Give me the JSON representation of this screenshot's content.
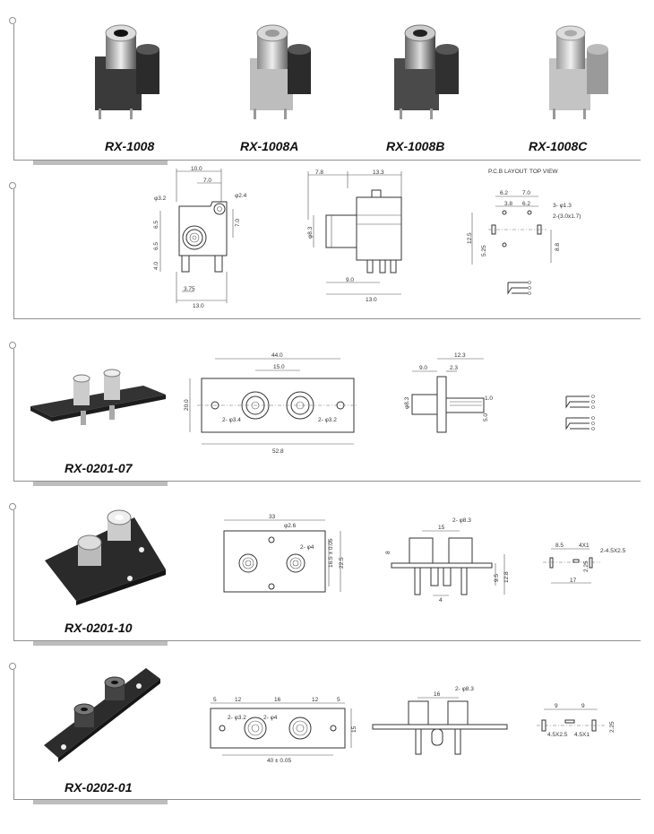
{
  "products": [
    {
      "models": [
        "RX-1008",
        "RX-1008A",
        "RX-1008B",
        "RX-1008C"
      ]
    },
    {
      "model": "RX-0201-07"
    },
    {
      "model": "RX-0201-10"
    },
    {
      "model": "RX-0202-01"
    }
  ],
  "row1_drawing": {
    "front": {
      "d1": "10.0",
      "d2": "7.0",
      "phi_small": "φ2.4",
      "phi_big": "φ3.2",
      "h1": "6.5",
      "h2": "6.5",
      "h3": "4.0",
      "h4": "7.0",
      "b1": "3.75",
      "b2": "13.0"
    },
    "side": {
      "t1": "7.8",
      "t2": "13.3",
      "phi": "φ8.3",
      "b1": "9.0",
      "b2": "13.0"
    },
    "pcb": {
      "header": "P.C.B LAYOUT",
      "header2": "TOP VIEW",
      "d1": "6.2",
      "d2": "7.0",
      "d3": "3.8",
      "d4": "6.2",
      "holes1": "3- φ1.3",
      "holes2": "2-(3.0x1.7)",
      "v1": "12.5",
      "v2": "5.25",
      "v3": "8.8"
    }
  },
  "row2_drawing": {
    "plate": {
      "w1": "44.0",
      "w2": "15.0",
      "h": "20.0",
      "phi1": "2- φ3.4",
      "phi2": "2- φ3.2",
      "total": "52.8"
    },
    "side": {
      "a": "12.3",
      "b": "9.0",
      "c": "2.3",
      "phi": "φ8.3",
      "d": "1.0",
      "e": "5.0"
    }
  },
  "row3_drawing": {
    "plate": {
      "w": "33",
      "phi1": "φ2.6",
      "phi2": "2- φ4",
      "h1": "16.5 ± 0.05",
      "h2": "22.5"
    },
    "front": {
      "phi": "2- φ8.3",
      "w": "15",
      "h1": "8",
      "h2": "9.5",
      "h3": "12.8",
      "b": "4"
    },
    "pcb": {
      "d1": "8.5",
      "d2": "4X1",
      "d3": "2-4.5X2.5",
      "v": "2.25",
      "total": "17"
    }
  },
  "row4_drawing": {
    "plate": {
      "a": "5",
      "b": "12",
      "c": "16",
      "d": "12",
      "e": "5",
      "phi1": "2- φ3.2",
      "phi2": "2- φ4",
      "h": "15",
      "total": "40 ± 0.05"
    },
    "front": {
      "phi": "2- φ8.3",
      "w": "16"
    },
    "pcb": {
      "a": "9",
      "b": "9",
      "c": "4.5X2.5",
      "d": "4.5X1",
      "v": "2.25"
    }
  }
}
